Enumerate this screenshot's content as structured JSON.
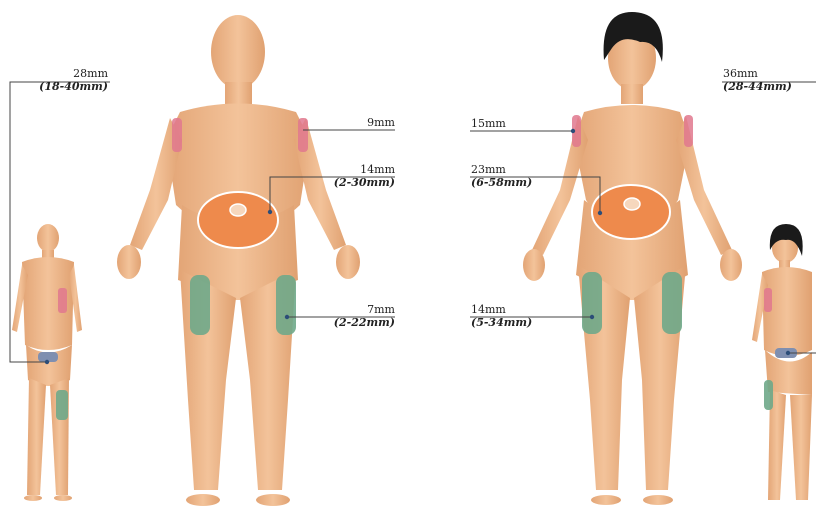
{
  "colors": {
    "skin": "#efb98c",
    "skin_shadow": "#d99a6c",
    "hair_woman": "#1a1a1a",
    "arm_site": "#e0788e",
    "abdomen_site": "#ee8a4c",
    "thigh_site": "#6fa889",
    "buttock_site": "#7f8fb0",
    "leader_line": "#444444"
  },
  "man": {
    "back_view": {
      "label_value": "28mm",
      "label_range": "(18-40mm)"
    },
    "arm": {
      "label_value": "9mm"
    },
    "abdomen": {
      "label_value": "14mm",
      "label_range": "(2-30mm)"
    },
    "thigh": {
      "label_value": "7mm",
      "label_range": "(2-22mm)"
    }
  },
  "woman": {
    "arm": {
      "label_value": "15mm"
    },
    "abdomen": {
      "label_value": "23mm",
      "label_range": "(6-58mm)"
    },
    "thigh": {
      "label_value": "14mm",
      "label_range": "(5-34mm)"
    },
    "back_view": {
      "label_value": "36mm",
      "label_range": "(28-44mm)"
    }
  }
}
